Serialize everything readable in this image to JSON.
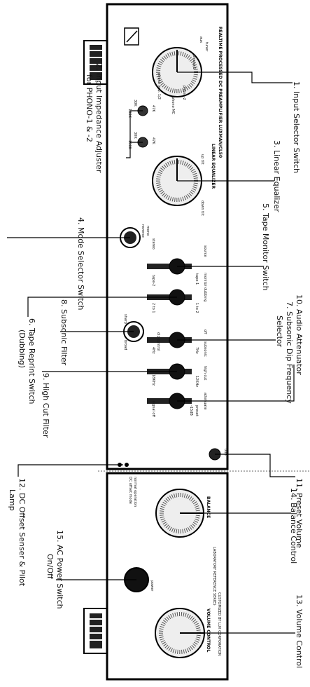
{
  "panel_text": {
    "title": "REALTIME PROCESSED DC PREAMPLIFIER LUXMAN/CL50",
    "eq_title": "LINEAR EQUALIZER",
    "input_tuner": "tuner",
    "input_aux": "aux",
    "input_phono1": "phono-1",
    "input_phono2": "phono-2",
    "input_phono_mc": "phono MC",
    "imp_label": "phono imp. 1/2",
    "imp_30k_a": "30K",
    "imp_100k_a": "100K",
    "imp_30k_b": "30K",
    "imp_100k_b": "100K",
    "imp_47k_a": "47K",
    "imp_47k_b": "47K",
    "eq_up": "up tilt",
    "eq_down": "down tilt",
    "mode_stereo": "stereo",
    "mode_mono": "mono",
    "mode_reverse": "reverse",
    "source": "source",
    "monitor": "monitor",
    "tape1": "tape-1",
    "tape2": "tape-2",
    "dubbing": "dubbing",
    "d1to2": "1 to 2",
    "d2to1": "2 to 1",
    "sharp": "sharp",
    "broad": "broad",
    "off": "off",
    "subsonic": "subsonic",
    "dip_control": "dip control",
    "f7hz": "7Hz",
    "f4hz": "4Hz",
    "high_cut": "high cut",
    "f12khz": "12KHz",
    "f18khz": "18KHz",
    "attenuate": "attenuate",
    "preset": "preset",
    "db_15": "-15dB",
    "db_0": "0dB",
    "signal_off": "signal off",
    "normal": "normal operation",
    "dc_offset": "DC offset mode",
    "balance": "BALANCE",
    "volume_control": "VOLUME CONTROL",
    "lab_series": "LABORATORY REFERENCE SERIES",
    "custom_by": "CUSTOMIZED BY LUX CORPORATION",
    "power": "power"
  },
  "callouts": {
    "c1": "1. Input Selector Switch",
    "c2a": "2. Input Impedance Adjuster",
    "c2b": "for PHONO-1 & -2",
    "c3": "3. Linear Equalizer",
    "c4": "4. Mode Selector Switch",
    "c5": "5. Tape Monitor Switch",
    "c6a": "6. Tape Reprint Switch",
    "c6b": "(Dubbing)",
    "c7a": "7. Subsonic Dip Frequency",
    "c7b": "Selector",
    "c8": "8. Subsonic Filter",
    "c9": "9. High Cut Filter",
    "c10": "10. Audio Attenuator",
    "c11": "11. Preset Volume",
    "c12a": "12. DC Offset Senser & Pilot",
    "c12b": "Lamp",
    "c13": "13. Volume Control",
    "c14": "14. Balance Control",
    "c15a": "15. AC Power Switch",
    "c15b": "On/Off"
  }
}
